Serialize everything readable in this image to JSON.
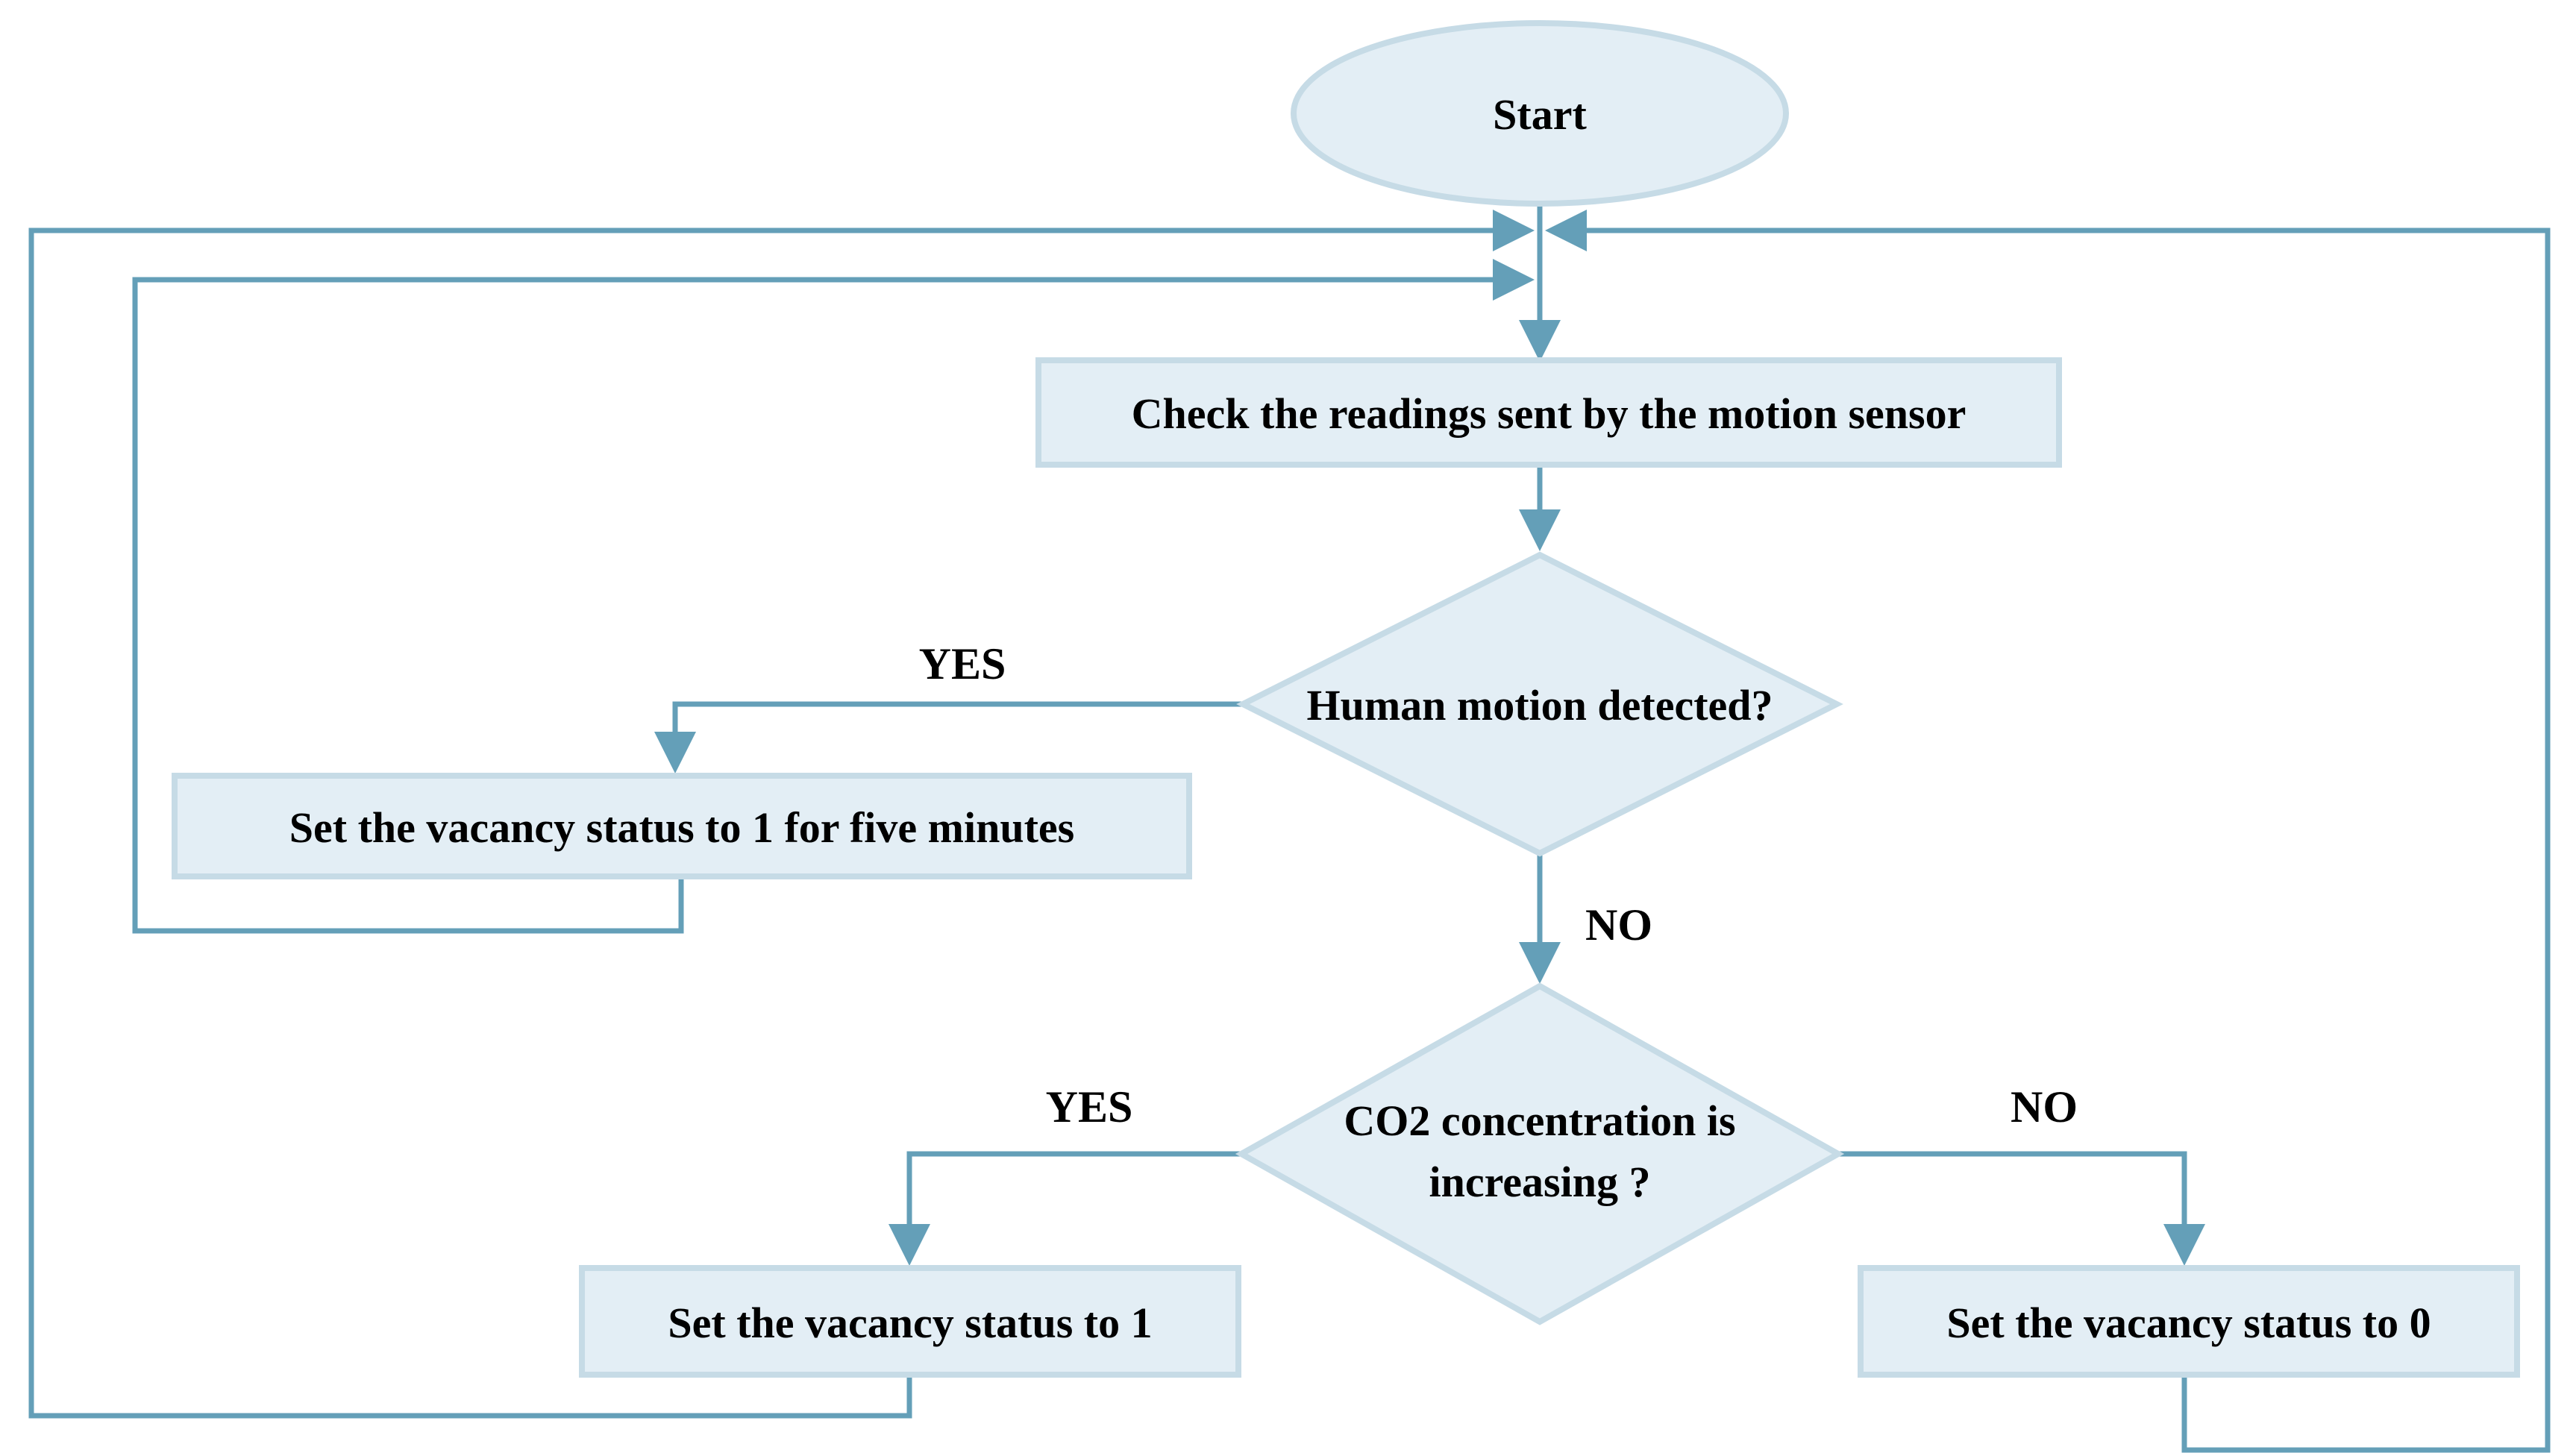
{
  "diagram": {
    "type": "flowchart",
    "nodes": {
      "start": {
        "label": "Start",
        "shape": "terminator"
      },
      "check_readings": {
        "label": "Check the readings sent by the motion sensor",
        "shape": "process"
      },
      "motion_detected": {
        "label": "Human motion detected?",
        "shape": "decision"
      },
      "set_vacancy_1_five_minutes": {
        "label": "Set the vacancy status to 1 for five minutes",
        "shape": "process"
      },
      "co2_increasing": {
        "label_line1": "CO2 concentration is",
        "label_line2": "increasing ?",
        "shape": "decision"
      },
      "set_vacancy_1": {
        "label": "Set the vacancy status to 1",
        "shape": "process"
      },
      "set_vacancy_0": {
        "label": "Set the vacancy status to 0",
        "shape": "process"
      }
    },
    "edge_labels": {
      "motion_yes": "YES",
      "motion_no": "NO",
      "co2_yes": "YES",
      "co2_no": "NO"
    },
    "colors": {
      "background": "#ffffff",
      "node_fill": "#e3eef5",
      "node_stroke": "#c6dbe6",
      "connector": "#649fb8",
      "text": "#000000"
    }
  }
}
